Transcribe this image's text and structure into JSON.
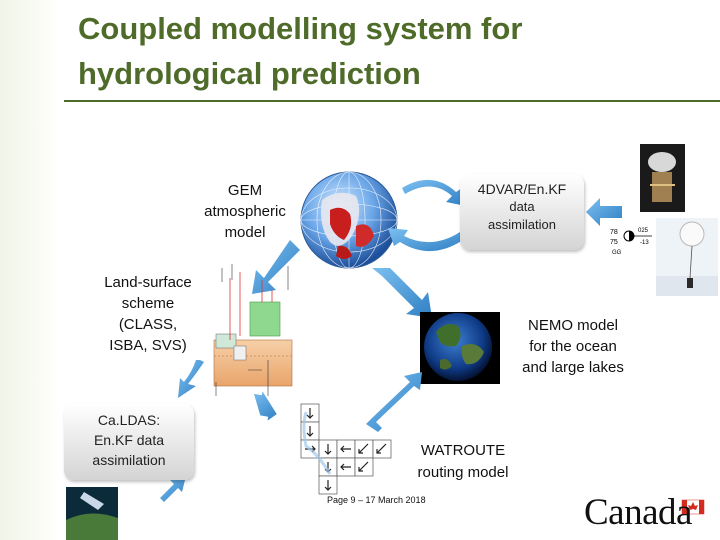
{
  "title": {
    "line1": "Coupled modelling system for",
    "line2": "hydrological prediction"
  },
  "components": {
    "gem": {
      "line1": "GEM",
      "line2": "atmospheric",
      "line3": "model"
    },
    "assimilation": {
      "line1": "4DVAR/En.KF",
      "line2": "data",
      "line3": "assimilation"
    },
    "land_surface": {
      "line1": "Land-surface",
      "line2": "scheme",
      "line3": "(CLASS,",
      "line4": "ISBA, SVS)"
    },
    "nemo": {
      "line1": "NEMO model",
      "line2": "for the ocean",
      "line3": "and large lakes"
    },
    "caldas": {
      "line1": "Ca.LDAS:",
      "line2": "En.KF data",
      "line3": "assimilation"
    },
    "watroute": {
      "line1": "WATROUTE",
      "line2": "routing model"
    }
  },
  "footer": {
    "text": "Page 9 – 17 March 2018"
  },
  "logo": {
    "text": "Canada"
  },
  "colors": {
    "title": "#4f6b2a",
    "arrow": "#3f8fcf",
    "arrow_dark": "#2f6fa8",
    "flag": "#d52b1e"
  }
}
